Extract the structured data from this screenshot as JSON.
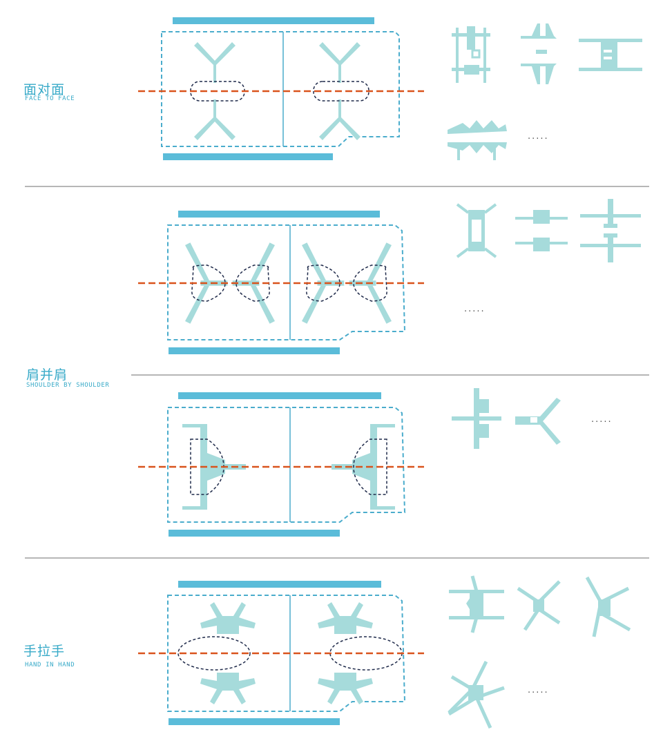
{
  "colors": {
    "accent_bar": "#5bbcd9",
    "outline_dash": "#4aaccc",
    "axis": "#d9531c",
    "furniture": "#a6dbdb",
    "zone": "#1f2a4a",
    "divider": "#8a8a8a"
  },
  "sections": [
    {
      "title_cn": "面对面",
      "title_en": "FACE TO FACE"
    },
    {
      "title_cn": "肩并肩",
      "title_en": "SHOULDER BY SHOULDER"
    },
    {
      "title_cn": "手拉手",
      "title_en": "HAND IN HAND"
    }
  ],
  "ellipsis": "....."
}
